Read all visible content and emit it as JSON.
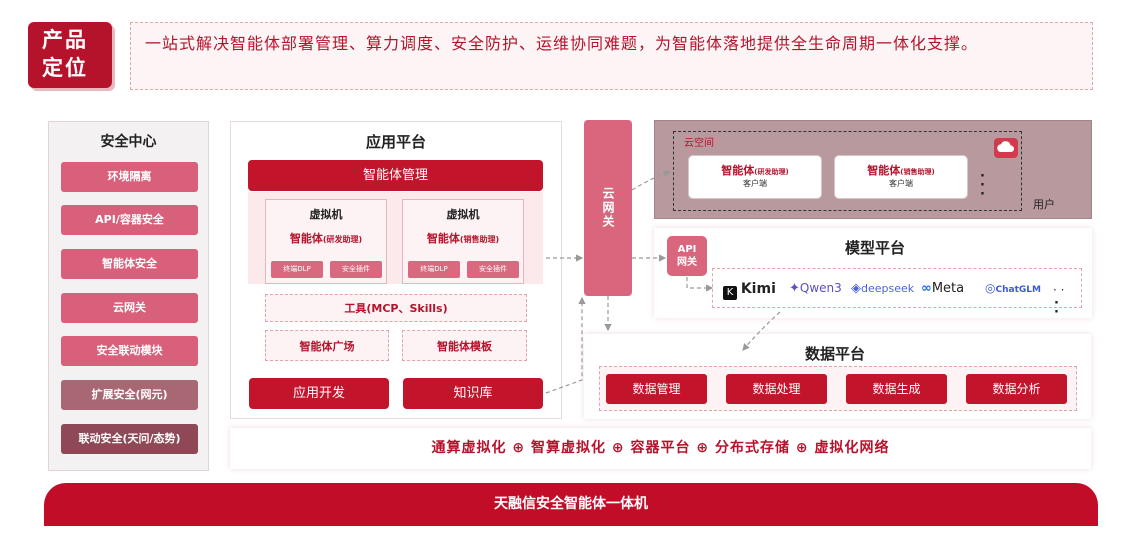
{
  "header": {
    "tag_line1": "产品",
    "tag_line2": "定位",
    "description": "一站式解决智能体部署管理、算力调度、安全防护、运维协同难题，为智能体落地提供全生命周期一体化支撑。"
  },
  "security_center": {
    "title": "安全中心",
    "items": [
      "环境隔离",
      "API/容器安全",
      "智能体安全",
      "云网关",
      "安全联动模块",
      "扩展安全(网元)",
      "联动安全(天问/态势)"
    ]
  },
  "app_platform": {
    "title": "应用平台",
    "agent_management": "智能体管理",
    "vms": [
      {
        "title": "虚拟机",
        "agent": "智能体",
        "agent_role": "(研发助理)",
        "chips": [
          "终端DLP",
          "安全插件"
        ]
      },
      {
        "title": "虚拟机",
        "agent": "智能体",
        "agent_role": "(销售助理)",
        "chips": [
          "终端DLP",
          "安全插件"
        ]
      }
    ],
    "tools": "工具(MCP、Skills)",
    "agent_square": "智能体广场",
    "agent_templates": "智能体模板",
    "app_dev": "应用开发",
    "knowledge_base": "知识库"
  },
  "cloud_gateway": "云网关",
  "cloud_space": {
    "label": "云空间",
    "user_label": "用户",
    "agents": [
      {
        "name": "智能体",
        "role": "(研发助理)",
        "client": "客户端"
      },
      {
        "name": "智能体",
        "role": "(销售助理)",
        "client": "客户端"
      }
    ]
  },
  "model_platform": {
    "title": "模型平台",
    "api_gateway_line1": "API",
    "api_gateway_line2": "网关",
    "models": [
      "Kimi",
      "Qwen3",
      "deepseek",
      "Meta",
      "ChatGLM"
    ]
  },
  "data_platform": {
    "title": "数据平台",
    "items": [
      "数据管理",
      "数据处理",
      "数据生成",
      "数据分析"
    ]
  },
  "infrastructure": "通算虚拟化 ⊕ 智算虚拟化 ⊕ 容器平台 ⊕ 分布式存储 ⊕ 虚拟化网络",
  "product_name": "天融信安全智能体一体机",
  "colors": {
    "brand_red": "#c2142b",
    "pink": "#d9607a",
    "cloud_bg": "#b89a9e"
  }
}
